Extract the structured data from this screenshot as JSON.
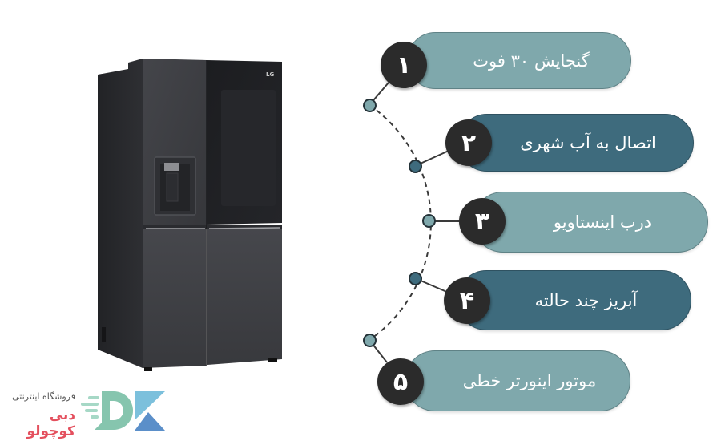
{
  "product": {
    "brand_mark": "LG",
    "type": "side-by-side refrigerator"
  },
  "features": [
    {
      "number": "۱",
      "label": "گنجایش ۳۰ فوت",
      "variant": "light"
    },
    {
      "number": "۲",
      "label": "اتصال به آب شهری",
      "variant": "dark"
    },
    {
      "number": "۳",
      "label": "درب اینستاویو",
      "variant": "light"
    },
    {
      "number": "۴",
      "label": "آبریز چند حالته",
      "variant": "dark"
    },
    {
      "number": "۵",
      "label": "موتور اینورتر خطی",
      "variant": "light"
    }
  ],
  "logo": {
    "subtitle": "فروشگاه اینترنتی",
    "name": "دبی کوچولو",
    "mark": "DK"
  },
  "colors": {
    "pill_light": "#7fa8ac",
    "pill_dark": "#3e6b7d",
    "number_circle": "#2b2b2b",
    "logo_name": "#e4505e",
    "logo_d": "#86c5ae",
    "logo_k_light": "#7cc0dc",
    "logo_k_dark": "#5b8fc9"
  }
}
